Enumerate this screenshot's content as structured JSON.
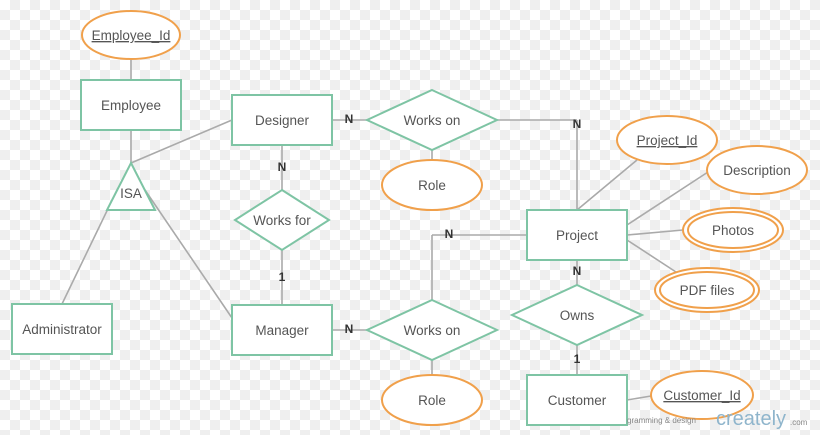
{
  "diagram": {
    "entities": {
      "employee": "Employee",
      "designer": "Designer",
      "manager": "Manager",
      "administrator": "Administrator",
      "project": "Project",
      "customer": "Customer"
    },
    "relationships": {
      "works_on_1": "Works on",
      "works_on_2": "Works on",
      "works_for": "Works for",
      "owns": "Owns"
    },
    "isa": "ISA",
    "attributes": {
      "employee_id": "Employee_Id",
      "project_id": "Project_Id",
      "description": "Description",
      "photos": "Photos",
      "pdf_files": "PDF files",
      "customer_id": "Customer_Id",
      "role_1": "Role",
      "role_2": "Role"
    },
    "cardinalities": {
      "designer_works_on": "N",
      "works_on_project": "N",
      "designer_works_for": "N",
      "works_for_manager": "1",
      "manager_works_on": "N",
      "works_on_project_2": "N",
      "project_owns": "N",
      "owns_customer": "1"
    }
  },
  "watermark": {
    "tagline": "gramming & design",
    "brand": "creately",
    "brand_suffix": ".com"
  },
  "colors": {
    "entity_stroke": "#7ec4a4",
    "attribute_stroke": "#f0a04b",
    "edge": "#aaaaaa",
    "brand": "#8fb5cc"
  }
}
